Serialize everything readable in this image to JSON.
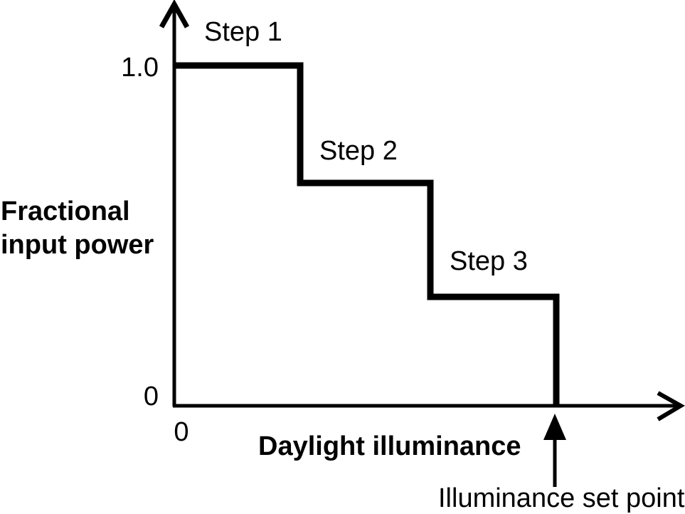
{
  "figure_colors": {
    "ink": "#000000",
    "background": "#ffffff"
  },
  "labels": {
    "step1": "Step 1",
    "step2": "Step 2",
    "step3": "Step 3",
    "y_axis_line1": "Fractional",
    "y_axis_line2": "input power",
    "x_axis": "Daylight illuminance",
    "y_tick_max": "1.0",
    "y_tick_min": "0",
    "x_tick_min": "0",
    "setpoint": "Illuminance set point"
  },
  "chart_data": {
    "type": "line",
    "subtype": "step-function",
    "title": "",
    "xlabel": "Daylight illuminance",
    "ylabel": "Fractional input power",
    "x_tick_labels": [
      "0"
    ],
    "y_tick_labels": [
      "0",
      "1.0"
    ],
    "ylim": [
      0,
      1.0
    ],
    "xlim_note": "x axis unlabeled beyond 0; illuminance set point marks where power reaches 0",
    "grid": false,
    "legend": false,
    "series": [
      {
        "name": "Fractional input power vs daylight illuminance",
        "points": [
          {
            "x_frac": 0.0,
            "y": 1.0
          },
          {
            "x_frac": 0.33,
            "y": 1.0
          },
          {
            "x_frac": 0.33,
            "y": 0.655
          },
          {
            "x_frac": 0.67,
            "y": 0.655
          },
          {
            "x_frac": 0.67,
            "y": 0.32
          },
          {
            "x_frac": 1.0,
            "y": 0.32
          },
          {
            "x_frac": 1.0,
            "y": 0.0
          }
        ]
      }
    ],
    "step_levels": [
      1.0,
      0.655,
      0.32
    ],
    "annotations": [
      {
        "text": "Step 1",
        "attached_to": "first step segment"
      },
      {
        "text": "Step 2",
        "attached_to": "second step segment"
      },
      {
        "text": "Step 3",
        "attached_to": "third step segment"
      },
      {
        "text": "Illuminance set point",
        "attached_to": "x position where curve drops to 0, marked with upward arrow under x-axis"
      }
    ]
  }
}
